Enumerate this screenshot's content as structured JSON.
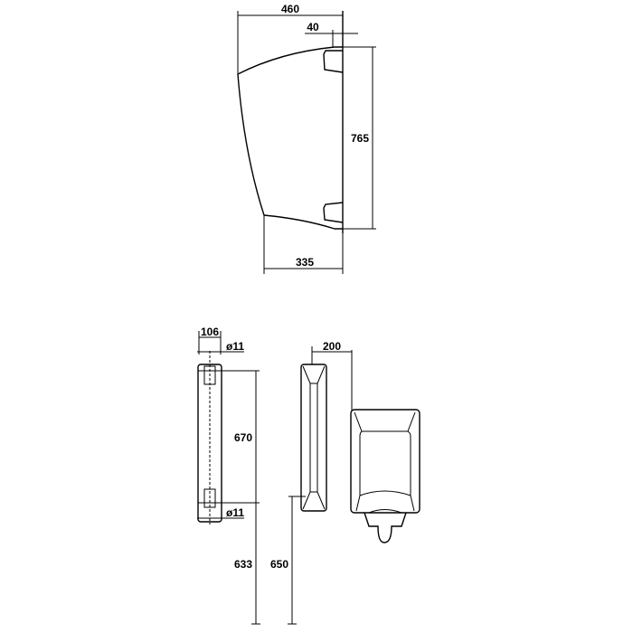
{
  "dimensions": {
    "overall_depth": "460",
    "bracket_offset": "40",
    "height": "765",
    "bottom_depth": "335",
    "width": "106",
    "hole_top": "ø11",
    "hole_bottom": "ø11",
    "hole_spacing": "670",
    "floor_to_lower_hole": "633",
    "floor_to_bottom": "650",
    "front_depth": "200"
  }
}
